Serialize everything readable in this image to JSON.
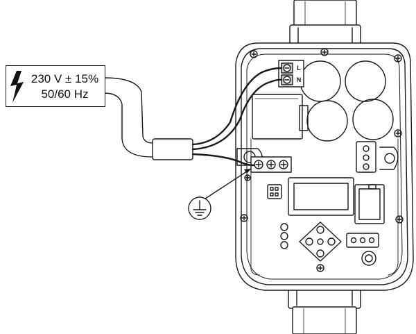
{
  "supply": {
    "voltage": "230 V ± 15%",
    "frequency": "50/60 Hz"
  },
  "terminals": {
    "line": "L",
    "neutral": "N"
  },
  "icons": {
    "supply": "lightning-bolt-icon",
    "ground": "earth-ground-icon"
  }
}
